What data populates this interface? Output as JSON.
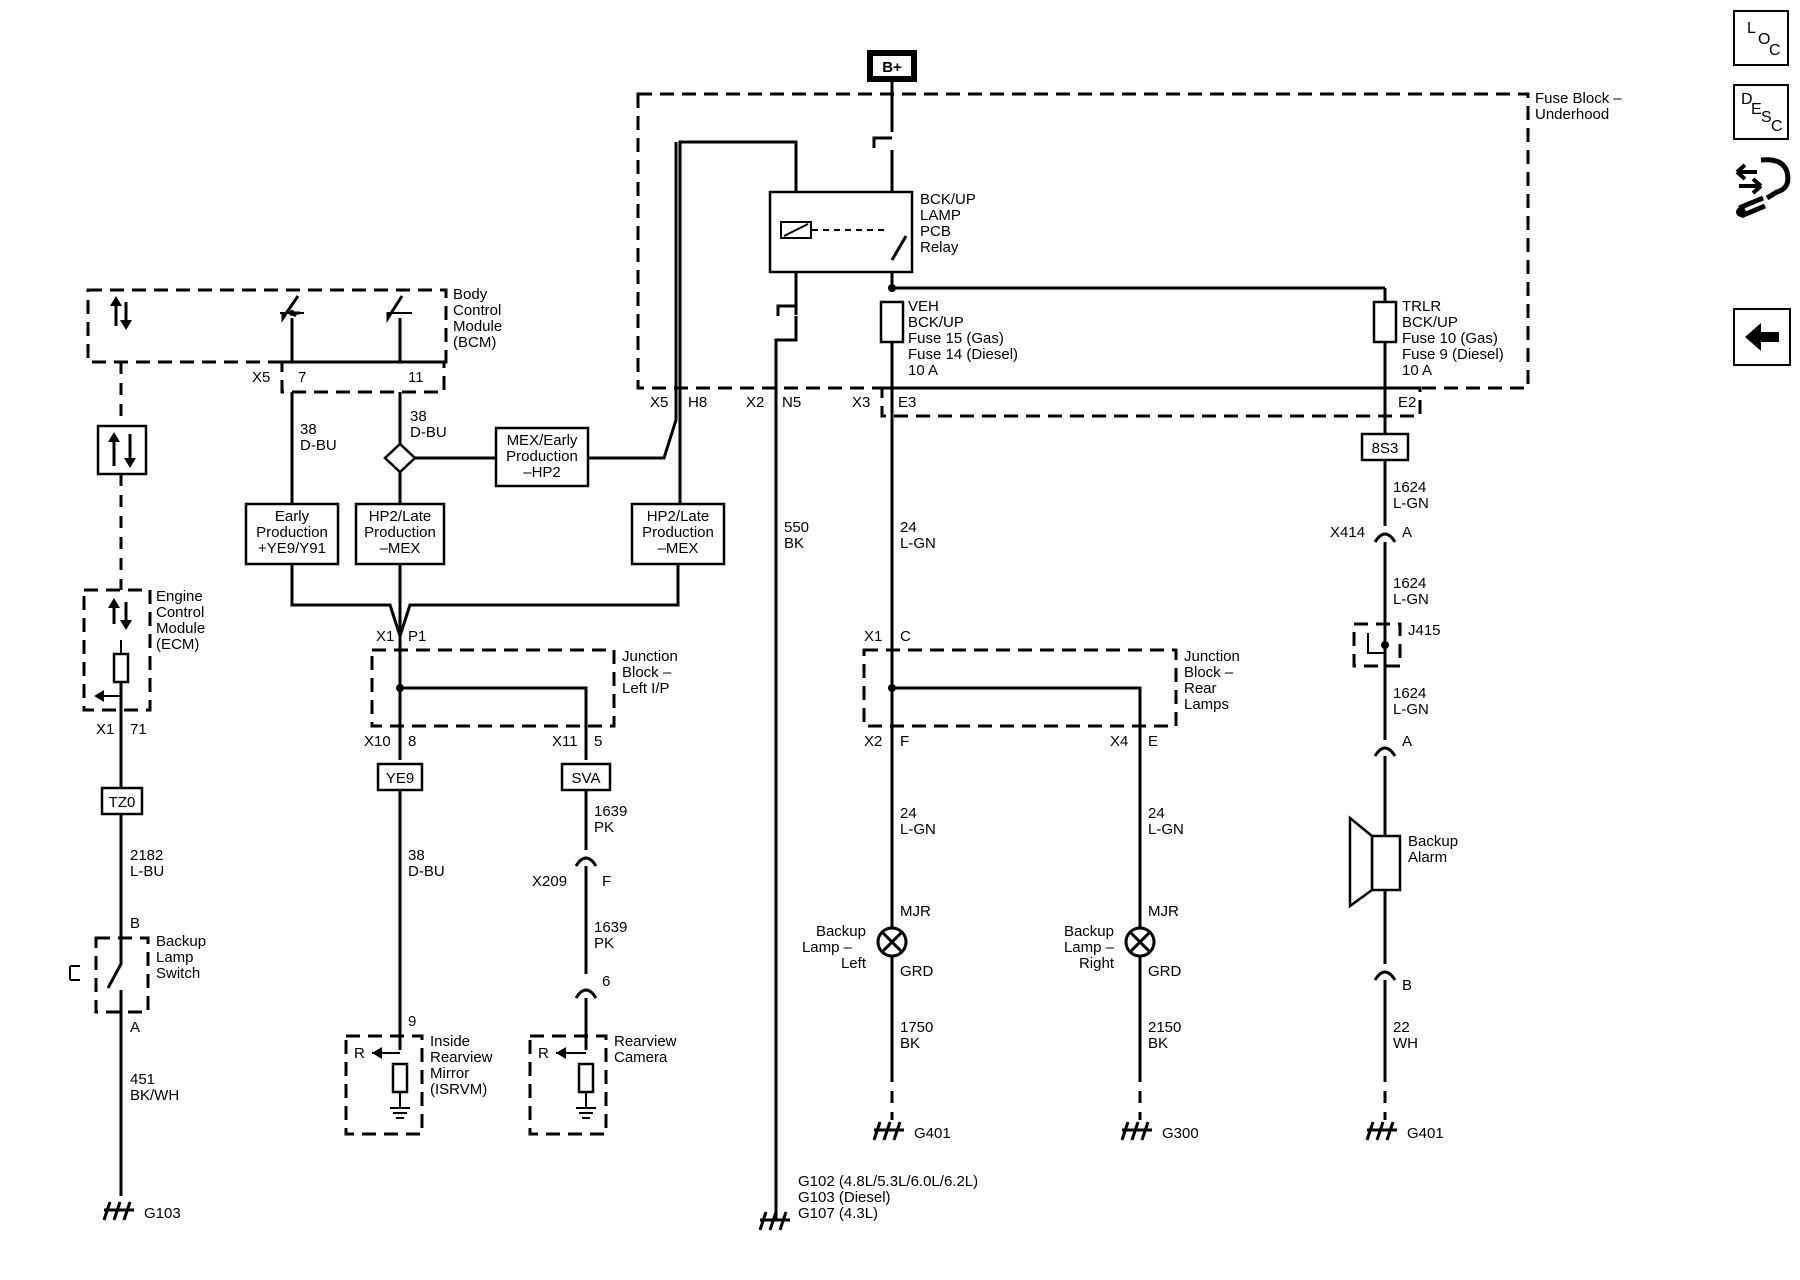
{
  "nav": {
    "loc": [
      "L",
      "O",
      "C"
    ],
    "desc": [
      "D",
      "E",
      "S",
      "C"
    ]
  },
  "labels": {
    "bplus": "B+",
    "fuse_block": [
      "Fuse Block –",
      "Underhood"
    ],
    "relay": [
      "BCK/UP",
      "LAMP",
      "PCB",
      "Relay"
    ],
    "veh_fuse": [
      "VEH",
      "BCK/UP",
      "Fuse 15 (Gas)",
      "Fuse 14 (Diesel)",
      "10 A"
    ],
    "trlr_fuse": [
      "TRLR",
      "BCK/UP",
      "Fuse 10 (Gas)",
      "Fuse 9 (Diesel)",
      "10 A"
    ],
    "bcm": [
      "Body",
      "Control",
      "Module",
      "(BCM)"
    ],
    "ecm": [
      "Engine",
      "Control",
      "Module",
      "(ECM)"
    ],
    "mex_hp2": [
      "MEX/Early",
      "Production",
      "–HP2"
    ],
    "early": [
      "Early",
      "Production",
      "+YE9/Y91"
    ],
    "hp2_mex_a": [
      "HP2/Late",
      "Production",
      "–MEX"
    ],
    "hp2_mex_b": [
      "HP2/Late",
      "Production",
      "–MEX"
    ],
    "jb_ip": [
      "Junction",
      "Block –",
      "Left I/P"
    ],
    "jb_rear": [
      "Junction",
      "Block –",
      "Rear",
      "Lamps"
    ],
    "backup_switch": [
      "Backup",
      "Lamp",
      "Switch"
    ],
    "isrvm": [
      "Inside",
      "Rearview",
      "Mirror",
      "(ISRVM)"
    ],
    "camera": [
      "Rearview",
      "Camera"
    ],
    "lamp_left": [
      "Backup",
      "Lamp –",
      "Left"
    ],
    "lamp_right": [
      "Backup",
      "Lamp –",
      "Right"
    ],
    "alarm": [
      "Backup",
      "Alarm"
    ],
    "opt_tz0": "TZ0",
    "opt_ye9": "YE9",
    "opt_sva": "SVA",
    "opt_8s3": "8S3",
    "g103_ecm": "G103",
    "g_bk": [
      "G102 (4.8L/5.3L/6.0L/6.2L)",
      "G103 (Diesel)",
      "G107 (4.3L)"
    ],
    "g401_left": "G401",
    "g300": "G300",
    "g401_alarm": "G401",
    "r1": "R",
    "r2": "R",
    "mjr1": "MJR",
    "grd1": "GRD",
    "mjr2": "MJR",
    "grd2": "GRD"
  },
  "connectors": {
    "x5_bcm": "X5",
    "p7": "7",
    "p11": "11",
    "x5_fuse": "X5",
    "h8": "H8",
    "x2_fuse": "X2",
    "n5": "N5",
    "x3_fuse": "X3",
    "e3": "E3",
    "e2": "E2",
    "x1_jb": "X1",
    "p1": "P1",
    "x10": "X10",
    "p8": "8",
    "x11": "X11",
    "p5": "5",
    "x1_ecm": "X1",
    "p71": "71",
    "b_sw": "B",
    "a_sw": "A",
    "x209": "X209",
    "f_209": "F",
    "p6": "6",
    "p9": "9",
    "x1_rear": "X1",
    "c_rear": "C",
    "x2_rear": "X2",
    "f_rear": "F",
    "x4_rear": "X4",
    "e_rear": "E",
    "x414": "X414",
    "a_414": "A",
    "j415": "J415",
    "a_alarm": "A",
    "b_alarm": "B"
  },
  "wires": {
    "w38a": [
      "38",
      "D-BU"
    ],
    "w38b": [
      "38",
      "D-BU"
    ],
    "w38c": [
      "38",
      "D-BU"
    ],
    "w550": [
      "550",
      "BK"
    ],
    "w24a": [
      "24",
      "L-GN"
    ],
    "w24b": [
      "24",
      "L-GN"
    ],
    "w24c": [
      "24",
      "L-GN"
    ],
    "w1624a": [
      "1624",
      "L-GN"
    ],
    "w1624b": [
      "1624",
      "L-GN"
    ],
    "w1624c": [
      "1624",
      "L-GN"
    ],
    "w2182": [
      "2182",
      "L-BU"
    ],
    "w451": [
      "451",
      "BK/WH"
    ],
    "w1639a": [
      "1639",
      "PK"
    ],
    "w1639b": [
      "1639",
      "PK"
    ],
    "w1750": [
      "1750",
      "BK"
    ],
    "w2150": [
      "2150",
      "BK"
    ],
    "w22": [
      "22",
      "WH"
    ]
  }
}
